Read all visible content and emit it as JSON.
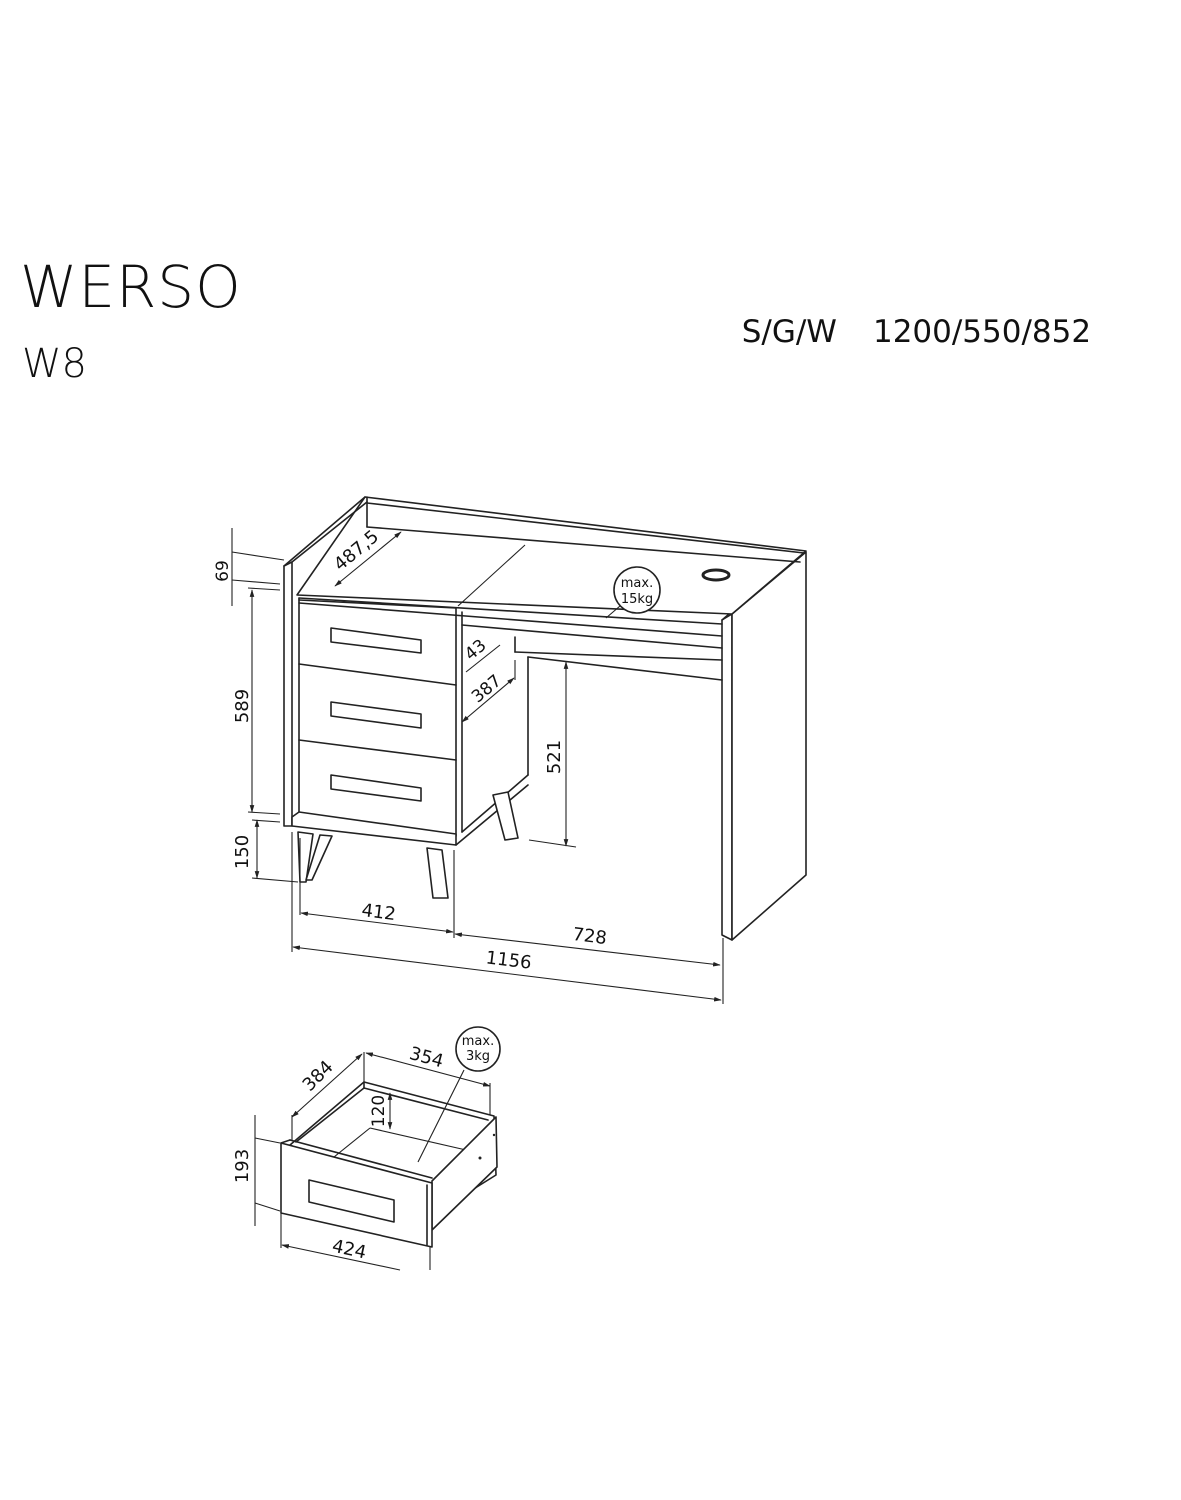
{
  "header": {
    "product_name": "WERSO",
    "model_code": "W8",
    "dimension_label": "S/G/W",
    "dimension_value": "1200/550/852"
  },
  "desk": {
    "dimensions": {
      "top_depth": "487,5",
      "top_edge_height": "69",
      "drawer_unit_height": "589",
      "leg_height": "150",
      "drawer_unit_width": "412",
      "knee_space_width": "728",
      "total_width": "1156",
      "knee_space_height": "521",
      "side_gap": "43",
      "drawer_unit_depth": "387"
    },
    "load_badge": {
      "line1": "max.",
      "line2": "15kg"
    }
  },
  "drawer": {
    "dimensions": {
      "inner_depth": "384",
      "inner_width": "354",
      "inner_height": "120",
      "front_height": "193",
      "front_width": "424"
    },
    "load_badge": {
      "line1": "max.",
      "line2": "3kg"
    }
  }
}
